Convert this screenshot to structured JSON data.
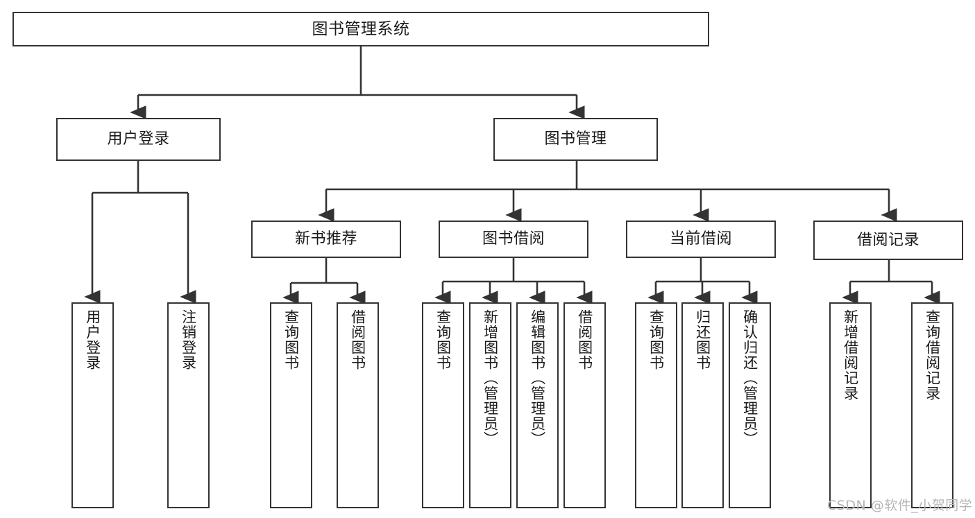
{
  "diagram": {
    "title": "图书管理系统",
    "type": "tree-hierarchy-chart",
    "colors": {
      "box_border": "#333333",
      "box_fill": "#ffffff",
      "edge": "#333333",
      "text": "#1a1a1a",
      "watermark": "#b5b5b5",
      "background": "#ffffff"
    },
    "nodes": {
      "root": {
        "label": "图书管理系统"
      },
      "level2": [
        {
          "id": "user-login",
          "label": "用户登录"
        },
        {
          "id": "book-management",
          "label": "图书管理"
        }
      ],
      "level3": [
        {
          "id": "new-book-recommend",
          "label": "新书推荐"
        },
        {
          "id": "book-borrow",
          "label": "图书借阅"
        },
        {
          "id": "current-borrow",
          "label": "当前借阅"
        },
        {
          "id": "borrow-record",
          "label": "借阅记录"
        }
      ],
      "leaves": {
        "user_login": [
          {
            "id": "leaf-user-login",
            "label": "用户登录"
          },
          {
            "id": "leaf-logout-login",
            "label": "注销登录"
          }
        ],
        "new_book_recommend": [
          {
            "id": "leaf-query-book-1",
            "label": "查询图书"
          },
          {
            "id": "leaf-borrow-book-1",
            "label": "借阅图书"
          }
        ],
        "book_borrow": [
          {
            "id": "leaf-query-book-2",
            "label": "查询图书"
          },
          {
            "id": "leaf-add-book",
            "label": "新增图书（管理员）"
          },
          {
            "id": "leaf-edit-book",
            "label": "编辑图书（管理员）"
          },
          {
            "id": "leaf-borrow-book-2",
            "label": "借阅图书"
          }
        ],
        "current_borrow": [
          {
            "id": "leaf-query-book-3",
            "label": "查询图书"
          },
          {
            "id": "leaf-return-book",
            "label": "归还图书"
          },
          {
            "id": "leaf-confirm-return",
            "label": "确认归还（管理员）"
          }
        ],
        "borrow_record": [
          {
            "id": "leaf-add-record",
            "label": "新增借阅记录"
          },
          {
            "id": "leaf-query-record",
            "label": "查询借阅记录"
          }
        ]
      }
    },
    "watermark": "CSDN @软件_小贺同学"
  }
}
